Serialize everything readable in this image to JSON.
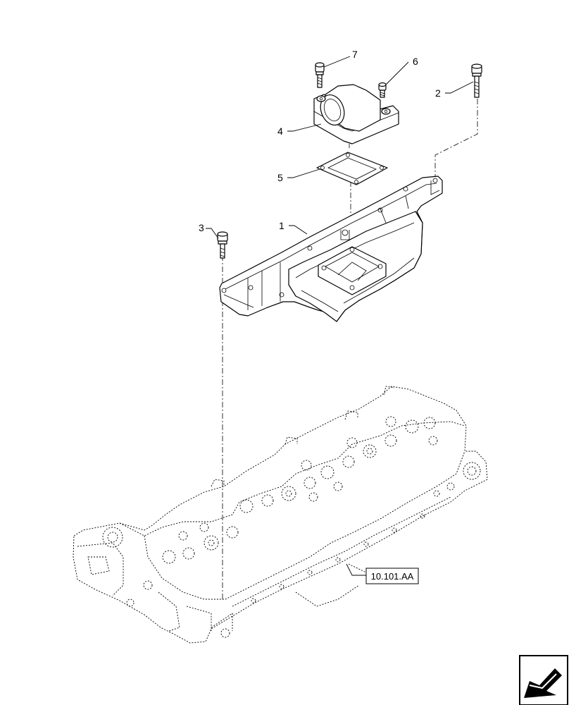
{
  "callouts": {
    "c1": "1",
    "c2": "2",
    "c3": "3",
    "c4": "4",
    "c5": "5",
    "c6": "6",
    "c7": "7"
  },
  "reference_box": "10.101.AA",
  "icons": {
    "corner": "navigation-arrow-icon"
  }
}
